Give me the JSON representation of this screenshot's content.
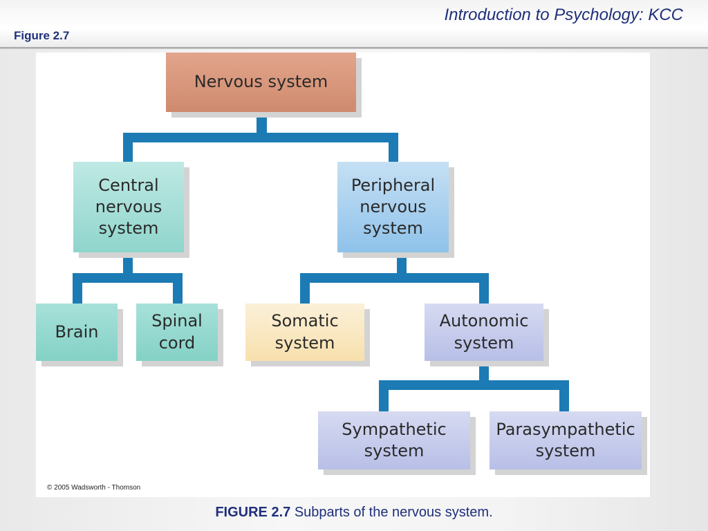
{
  "header": {
    "course_title": "Introduction to Psychology: KCC",
    "figure_label": "Figure 2.7"
  },
  "diagram": {
    "root": "Nervous system",
    "central": "Central\nnervous\nsystem",
    "peripheral": "Peripheral\nnervous\nsystem",
    "brain": "Brain",
    "spinal_cord": "Spinal\ncord",
    "somatic": "Somatic\nsystem",
    "autonomic": "Autonomic\nsystem",
    "sympathetic": "Sympathetic\nsystem",
    "parasympathetic": "Parasympathetic\nsystem",
    "copyright": "© 2005 Wadsworth - Thomson"
  },
  "caption": {
    "label": "FIGURE 2.7",
    "text": " Subparts of the nervous system."
  }
}
